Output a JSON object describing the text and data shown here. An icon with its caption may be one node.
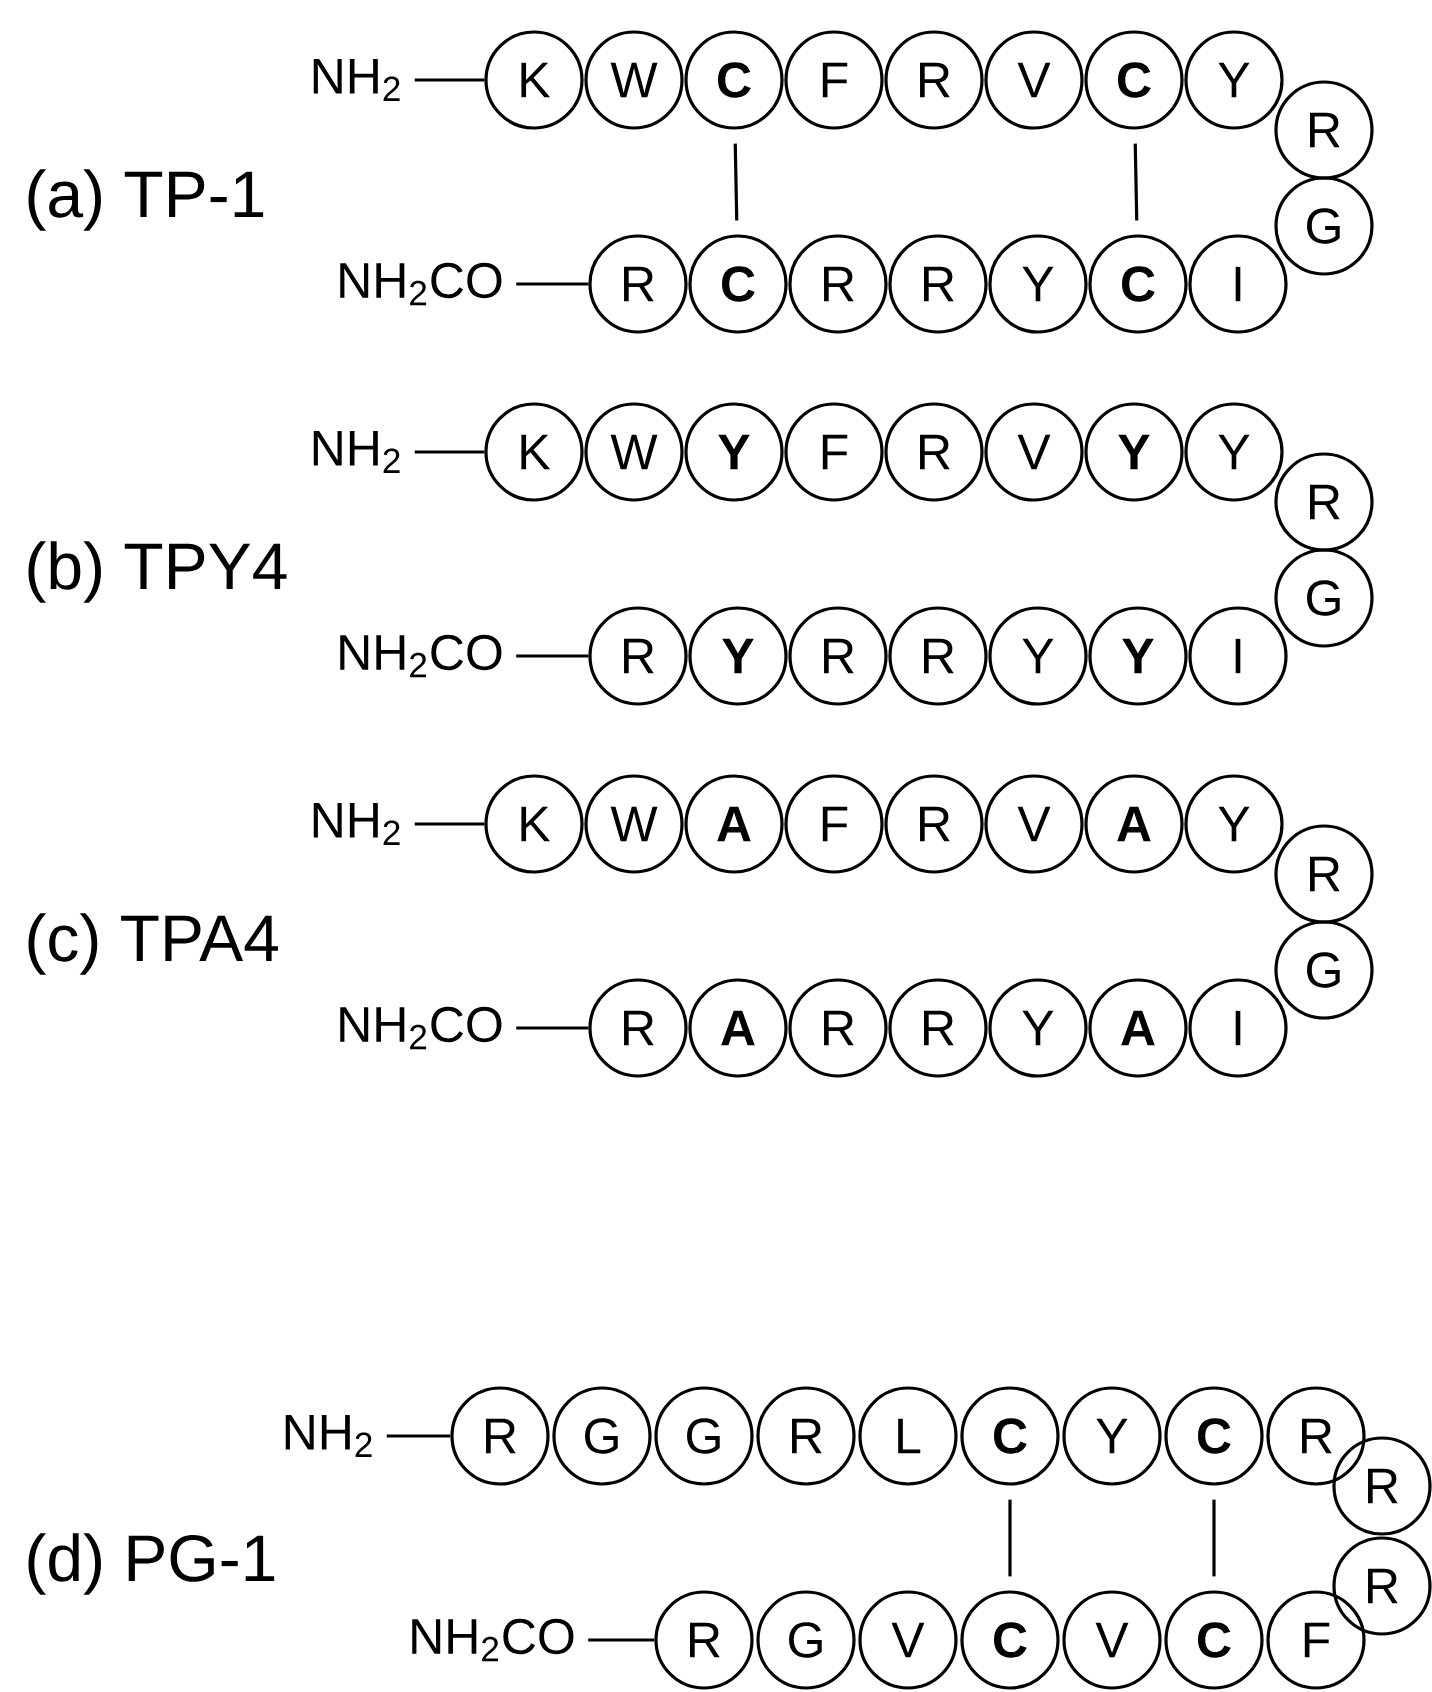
{
  "diagram": {
    "nodes": [
      {
        "text": [
          "NH$_{2}$"
        ]
      },
      {
        "text": [
          "K"
        ]
      },
      {
        "text": [
          "W"
        ]
      },
      {
        "text": [
          "C"
        ]
      },
      {
        "text": [
          "F"
        ]
      },
      {
        "text": [
          "R"
        ]
      },
      {
        "text": [
          "V"
        ]
      },
      {
        "text": [
          "C"
        ]
      },
      {
        "text": [
          "Y"
        ]
      },
      {
        "text": [
          "R"
        ]
      },
      {
        "text": [
          "G"
        ]
      },
      {
        "text": [
          "NH$_{2}$CO"
        ]
      },
      {
        "text": [
          "R"
        ]
      },
      {
        "text": [
          "C"
        ]
      },
      {
        "text": [
          "R"
        ]
      },
      {
        "text": [
          "R"
        ]
      },
      {
        "text": [
          "Y"
        ]
      },
      {
        "text": [
          "C"
        ]
      },
      {
        "text": [
          "I"
        ]
      },
      {
        "text": [
          "NH$_{2}$"
        ]
      },
      {
        "text": [
          "K"
        ]
      },
      {
        "text": [
          "W"
        ]
      },
      {
        "text": [
          "Y"
        ]
      },
      {
        "text": [
          "F"
        ]
      },
      {
        "text": [
          "R"
        ]
      },
      {
        "text": [
          "V"
        ]
      },
      {
        "text": [
          "Y"
        ]
      },
      {
        "text": [
          "Y"
        ]
      },
      {
        "text": [
          "R"
        ]
      },
      {
        "text": [
          "G"
        ]
      },
      {
        "text": [
          "NH$_{2}$CO"
        ]
      },
      {
        "text": [
          "R"
        ]
      },
      {
        "text": [
          "Y"
        ]
      },
      {
        "text": [
          "R"
        ]
      },
      {
        "text": [
          "R"
        ]
      },
      {
        "text": [
          "Y"
        ]
      },
      {
        "text": [
          "Y"
        ]
      },
      {
        "text": [
          "I"
        ]
      },
      {
        "text": [
          "NH$_{2}$"
        ]
      },
      {
        "text": [
          "K"
        ]
      },
      {
        "text": [
          "W"
        ]
      },
      {
        "text": [
          "A"
        ]
      },
      {
        "text": [
          "F"
        ]
      },
      {
        "text": [
          "R"
        ]
      },
      {
        "text": [
          "V"
        ]
      },
      {
        "text": [
          "A"
        ]
      },
      {
        "text": [
          "Y"
        ]
      },
      {
        "text": [
          "R"
        ]
      },
      {
        "text": [
          "G"
        ]
      },
      {
        "text": [
          "NH$_{2}$CO"
        ]
      },
      {
        "text": [
          "R"
        ]
      },
      {
        "text": [
          "A"
        ]
      },
      {
        "text": [
          "R"
        ]
      },
      {
        "text": [
          "R"
        ]
      },
      {
        "text": [
          "Y"
        ]
      },
      {
        "text": [
          "A"
        ]
      },
      {
        "text": [
          "I"
        ]
      },
      {
        "text": [
          "NH$_{2}$"
        ]
      },
      {
        "text": [
          "R"
        ]
      },
      {
        "text": [
          "G"
        ]
      },
      {
        "text": [
          "G"
        ]
      },
      {
        "text": [
          "R"
        ]
      },
      {
        "text": [
          "L"
        ]
      },
      {
        "text": [
          "C"
        ]
      },
      {
        "text": [
          "Y"
        ]
      },
      {
        "text": [
          "C"
        ]
      },
      {
        "text": [
          "R"
        ]
      },
      {
        "text": [
          "R"
        ]
      },
      {
        "text": [
          "R"
        ]
      },
      {
        "text": [
          "NH$_{2}$CO"
        ]
      },
      {
        "text": [
          "R"
        ]
      },
      {
        "text": [
          "G"
        ]
      },
      {
        "text": [
          "V"
        ]
      },
      {
        "text": [
          "C"
        ]
      },
      {
        "text": [
          "V"
        ]
      },
      {
        "text": [
          "C"
        ]
      },
      {
        "text": [
          "F"
        ]
      }
    ],
    "edges": [
      {
        "from": 0,
        "to": 1,
        "arrow": "none"
      },
      {
        "from": 11,
        "to": 12,
        "arrow": "none"
      },
      {
        "from": 3,
        "to": 13,
        "arrow": "none"
      },
      {
        "from": 7,
        "to": 17,
        "arrow": "none"
      },
      {
        "from": 19,
        "to": 20,
        "arrow": "none"
      },
      {
        "from": 30,
        "to": 31,
        "arrow": "none"
      },
      {
        "from": 38,
        "to": 39,
        "arrow": "none"
      },
      {
        "from": 49,
        "to": 50,
        "arrow": "none"
      },
      {
        "from": 57,
        "to": 58,
        "arrow": "none"
      },
      {
        "from": 69,
        "to": 70,
        "arrow": "none"
      },
      {
        "from": 63,
        "to": 73,
        "arrow": "none"
      },
      {
        "from": 65,
        "to": 75,
        "arrow": "none"
      }
    ],
    "labels": [
      "(a) TP-1",
      "(b) TPY4",
      "(c) TPA4",
      "(d) PG-1"
    ]
  }
}
